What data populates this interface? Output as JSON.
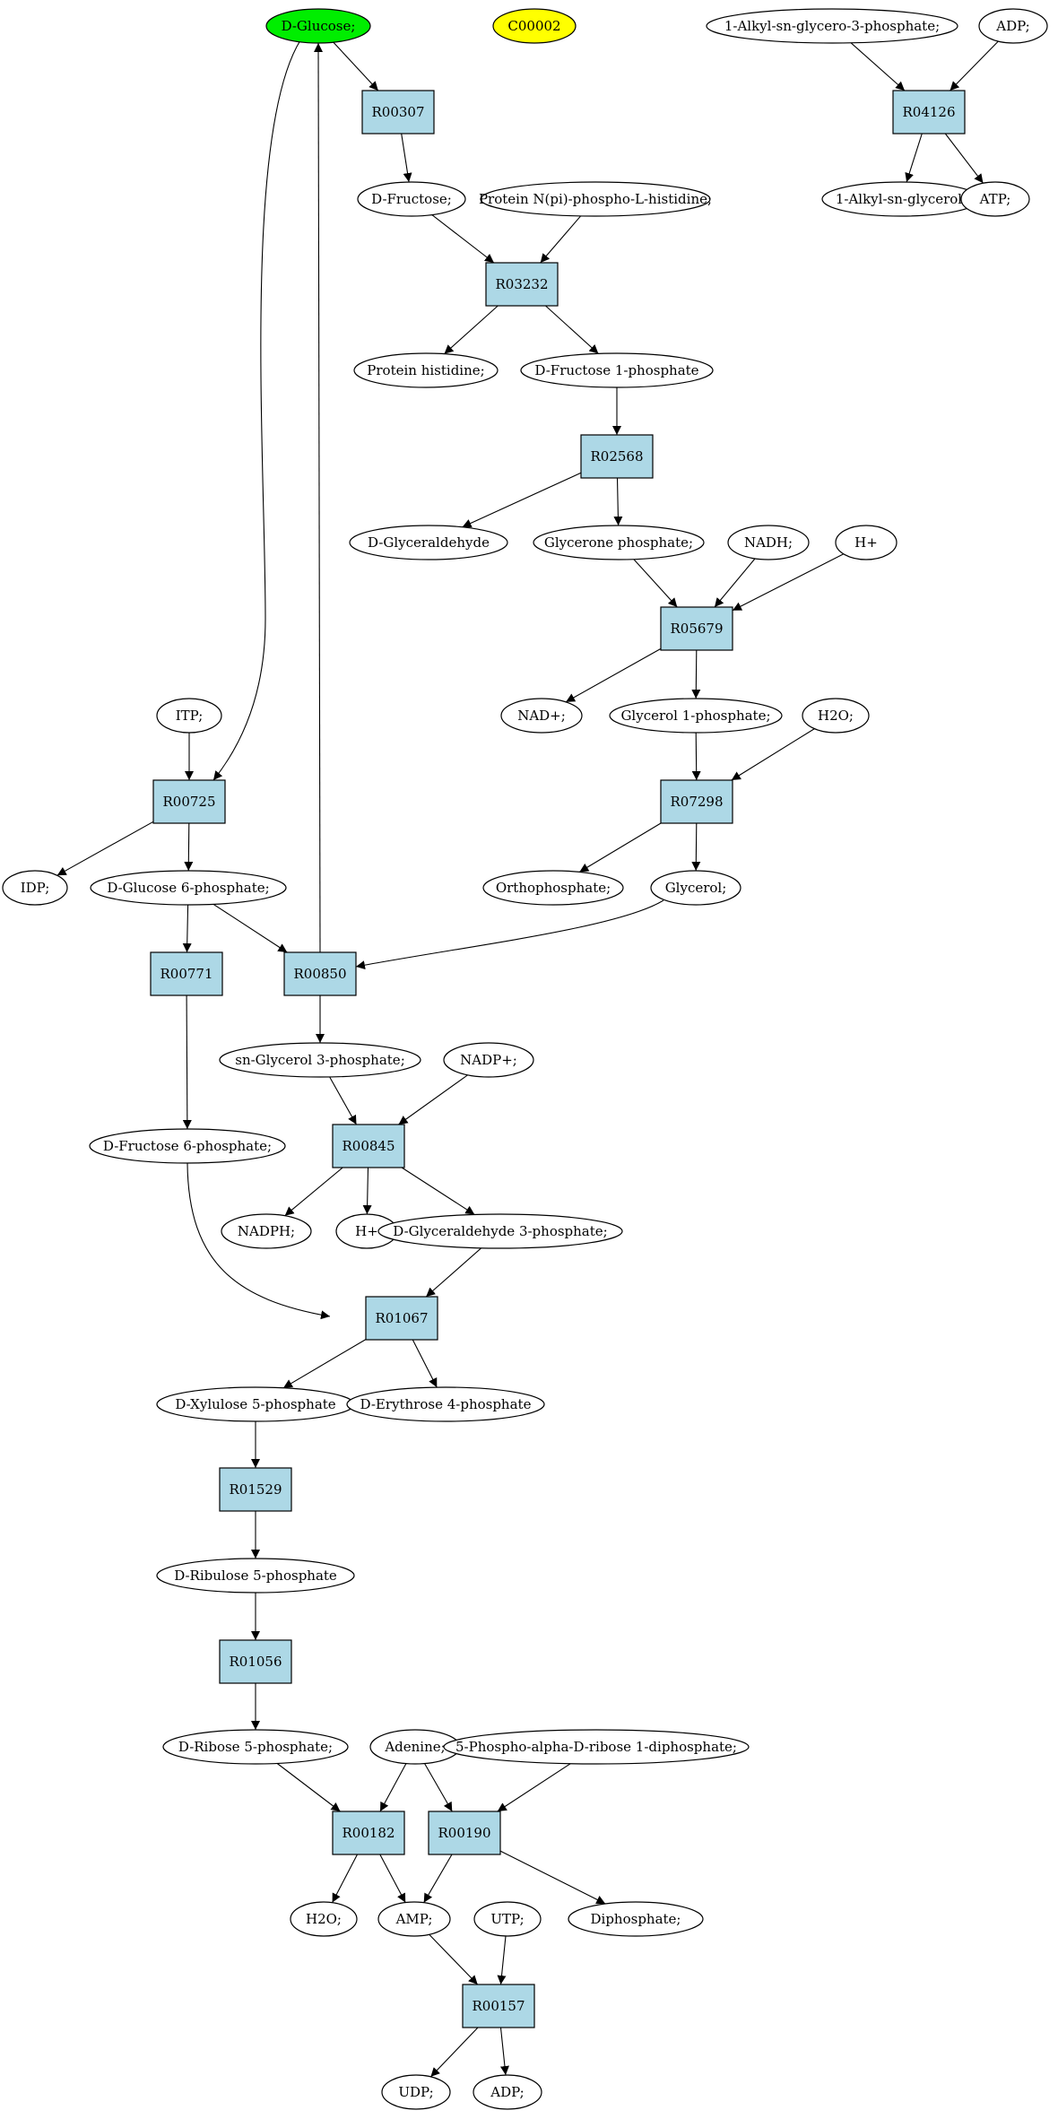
{
  "compounds": [
    {
      "id": "glucose",
      "label": "D-Glucose;",
      "kind": "start"
    },
    {
      "id": "c00002",
      "label": "C00002",
      "kind": "query"
    },
    {
      "id": "alkylg3p",
      "label": "1-Alkyl-sn-glycero-3-phosphate;"
    },
    {
      "id": "adp1",
      "label": "ADP;"
    },
    {
      "id": "fructose",
      "label": "D-Fructose;"
    },
    {
      "id": "prothisp",
      "label": "Protein N(pi)-phospho-L-histidine;"
    },
    {
      "id": "alkylglyc",
      "label": "1-Alkyl-sn-glycerol;"
    },
    {
      "id": "atp",
      "label": "ATP;"
    },
    {
      "id": "prothis",
      "label": "Protein histidine;"
    },
    {
      "id": "f1p",
      "label": "D-Fructose 1-phosphate"
    },
    {
      "id": "glyceraldehyde",
      "label": "D-Glyceraldehyde"
    },
    {
      "id": "dhap",
      "label": "Glycerone phosphate;"
    },
    {
      "id": "nadh",
      "label": "NADH;"
    },
    {
      "id": "hplus1",
      "label": "H+"
    },
    {
      "id": "nadplus",
      "label": "NAD+;"
    },
    {
      "id": "g1p",
      "label": "Glycerol 1-phosphate;"
    },
    {
      "id": "h2o1",
      "label": "H2O;"
    },
    {
      "id": "itp",
      "label": "ITP;"
    },
    {
      "id": "idp",
      "label": "IDP;"
    },
    {
      "id": "g6p",
      "label": "D-Glucose 6-phosphate;"
    },
    {
      "id": "ortho",
      "label": "Orthophosphate;"
    },
    {
      "id": "glycerol",
      "label": "Glycerol;"
    },
    {
      "id": "sng3p",
      "label": "sn-Glycerol 3-phosphate;"
    },
    {
      "id": "nadpplus",
      "label": "NADP+;"
    },
    {
      "id": "f6p",
      "label": "D-Fructose 6-phosphate;"
    },
    {
      "id": "nadph",
      "label": "NADPH;"
    },
    {
      "id": "hplus2",
      "label": "H+"
    },
    {
      "id": "gap",
      "label": "D-Glyceraldehyde 3-phosphate;"
    },
    {
      "id": "x5p",
      "label": "D-Xylulose 5-phosphate"
    },
    {
      "id": "e4p",
      "label": "D-Erythrose 4-phosphate"
    },
    {
      "id": "ru5p",
      "label": "D-Ribulose 5-phosphate"
    },
    {
      "id": "r5p",
      "label": "D-Ribose 5-phosphate;"
    },
    {
      "id": "adenine",
      "label": "Adenine;"
    },
    {
      "id": "prpp",
      "label": "5-Phospho-alpha-D-ribose 1-diphosphate;"
    },
    {
      "id": "h2o2",
      "label": "H2O;"
    },
    {
      "id": "amp",
      "label": "AMP;"
    },
    {
      "id": "utp",
      "label": "UTP;"
    },
    {
      "id": "diphosphate",
      "label": "Diphosphate;"
    },
    {
      "id": "udp",
      "label": "UDP;"
    },
    {
      "id": "adp2",
      "label": "ADP;"
    }
  ],
  "reactions": [
    {
      "id": "R00307",
      "label": "R00307"
    },
    {
      "id": "R04126",
      "label": "R04126"
    },
    {
      "id": "R03232",
      "label": "R03232"
    },
    {
      "id": "R02568",
      "label": "R02568"
    },
    {
      "id": "R05679",
      "label": "R05679"
    },
    {
      "id": "R00725",
      "label": "R00725"
    },
    {
      "id": "R07298",
      "label": "R07298"
    },
    {
      "id": "R00771",
      "label": "R00771"
    },
    {
      "id": "R00850",
      "label": "R00850"
    },
    {
      "id": "R00845",
      "label": "R00845"
    },
    {
      "id": "R01067",
      "label": "R01067"
    },
    {
      "id": "R01529",
      "label": "R01529"
    },
    {
      "id": "R01056",
      "label": "R01056"
    },
    {
      "id": "R00182",
      "label": "R00182"
    },
    {
      "id": "R00190",
      "label": "R00190"
    },
    {
      "id": "R00157",
      "label": "R00157"
    }
  ],
  "edges": [
    [
      "glucose",
      "R00307"
    ],
    [
      "R00307",
      "fructose"
    ],
    [
      "alkylg3p",
      "R04126"
    ],
    [
      "adp1",
      "R04126"
    ],
    [
      "R04126",
      "alkylglyc"
    ],
    [
      "R04126",
      "atp"
    ],
    [
      "fructose",
      "R03232"
    ],
    [
      "prothisp",
      "R03232"
    ],
    [
      "R03232",
      "prothis"
    ],
    [
      "R03232",
      "f1p"
    ],
    [
      "f1p",
      "R02568"
    ],
    [
      "R02568",
      "glyceraldehyde"
    ],
    [
      "R02568",
      "dhap"
    ],
    [
      "dhap",
      "R05679"
    ],
    [
      "nadh",
      "R05679"
    ],
    [
      "hplus1",
      "R05679"
    ],
    [
      "R05679",
      "nadplus"
    ],
    [
      "R05679",
      "g1p"
    ],
    [
      "g1p",
      "R07298"
    ],
    [
      "h2o1",
      "R07298"
    ],
    [
      "R07298",
      "ortho"
    ],
    [
      "R07298",
      "glycerol"
    ],
    [
      "glucose",
      "R00725"
    ],
    [
      "itp",
      "R00725"
    ],
    [
      "R00725",
      "idp"
    ],
    [
      "R00725",
      "g6p"
    ],
    [
      "g6p",
      "R00771"
    ],
    [
      "R00771",
      "f6p"
    ],
    [
      "g6p",
      "R00850"
    ],
    [
      "glycerol",
      "R00850"
    ],
    [
      "R00850",
      "glucose"
    ],
    [
      "R00850",
      "sng3p"
    ],
    [
      "sng3p",
      "R00845"
    ],
    [
      "nadpplus",
      "R00845"
    ],
    [
      "R00845",
      "nadph"
    ],
    [
      "R00845",
      "hplus2"
    ],
    [
      "R00845",
      "gap"
    ],
    [
      "f6p",
      "R01067"
    ],
    [
      "gap",
      "R01067"
    ],
    [
      "R01067",
      "x5p"
    ],
    [
      "R01067",
      "e4p"
    ],
    [
      "x5p",
      "R01529"
    ],
    [
      "R01529",
      "ru5p"
    ],
    [
      "ru5p",
      "R01056"
    ],
    [
      "R01056",
      "r5p"
    ],
    [
      "r5p",
      "R00182"
    ],
    [
      "adenine",
      "R00182"
    ],
    [
      "R00182",
      "h2o2"
    ],
    [
      "R00182",
      "amp"
    ],
    [
      "adenine",
      "R00190"
    ],
    [
      "prpp",
      "R00190"
    ],
    [
      "R00190",
      "amp"
    ],
    [
      "R00190",
      "diphosphate"
    ],
    [
      "amp",
      "R00157"
    ],
    [
      "utp",
      "R00157"
    ],
    [
      "R00157",
      "udp"
    ],
    [
      "R00157",
      "adp2"
    ]
  ]
}
